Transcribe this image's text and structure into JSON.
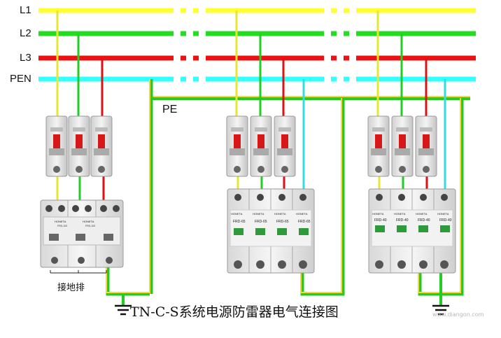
{
  "bus_labels": {
    "l1": "L1",
    "l2": "L2",
    "l3": "L3",
    "pen": "PEN",
    "pe": "PE"
  },
  "earth_bar_label": "接地排",
  "caption": "TN-C-S系统电源防雷器电气连接图",
  "watermark": "www.diangon.com",
  "spd_groups": [
    {
      "brand": "HONETA",
      "model": "FRD-100"
    },
    {
      "brand": "HONETA",
      "model": "FRD-65"
    },
    {
      "brand": "HONETA",
      "model": "FRD-40"
    }
  ],
  "colors": {
    "l1": "#ffff33",
    "l2": "#22dd22",
    "l3": "#ee1111",
    "pen": "#33ffff",
    "pe_yellow": "#f0e020",
    "pe_green": "#22cc22"
  }
}
